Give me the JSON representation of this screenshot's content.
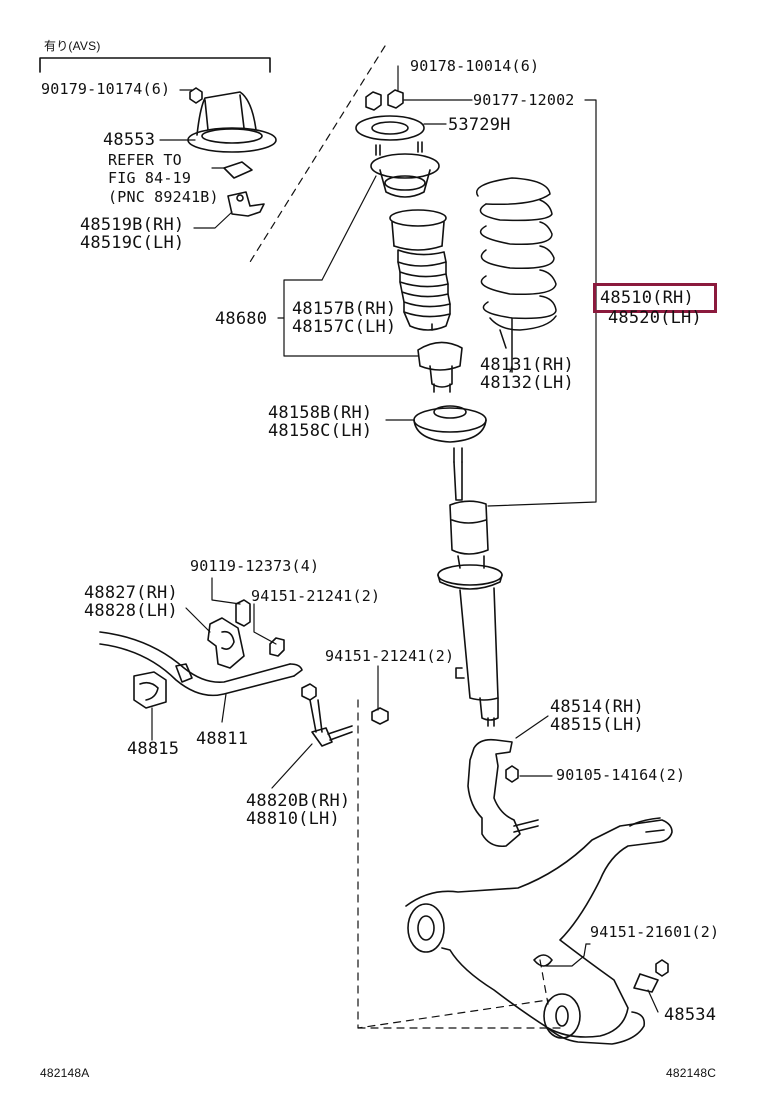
{
  "avs_note": "有り(AVS)",
  "figure_codes": {
    "left": "482148A",
    "right": "482148C"
  },
  "highlight_color": "#8b1a3d",
  "labels": {
    "p90179": "90179-10174(6)",
    "p48553": "48553",
    "refer1": "REFER TO",
    "refer2": "FIG 84-19",
    "refer3": "(PNC 89241B)",
    "p48519b": "48519B(RH)",
    "p48519c": "48519C(LH)",
    "p90178": "90178-10014(6)",
    "p90177": "90177-12002",
    "p53729": "53729H",
    "p48510": "48510(RH)",
    "p48520": "48520(LH)",
    "p48680": "48680",
    "p48157b": "48157B(RH)",
    "p48157c": "48157C(LH)",
    "p48131": "48131(RH)",
    "p48132": "48132(LH)",
    "p48158b": "48158B(RH)",
    "p48158c": "48158C(LH)",
    "p90119": "90119-12373(4)",
    "p48827": "48827(RH)",
    "p48828": "48828(LH)",
    "p94151a": "94151-21241(2)",
    "p94151b": "94151-21241(2)",
    "p48815": "48815",
    "p48811": "48811",
    "p48820b": "48820B(RH)",
    "p48810": "48810(LH)",
    "p48514": "48514(RH)",
    "p48515": "48515(LH)",
    "p90105": "90105-14164(2)",
    "p94151c": "94151-21601(2)",
    "p48534": "48534"
  }
}
